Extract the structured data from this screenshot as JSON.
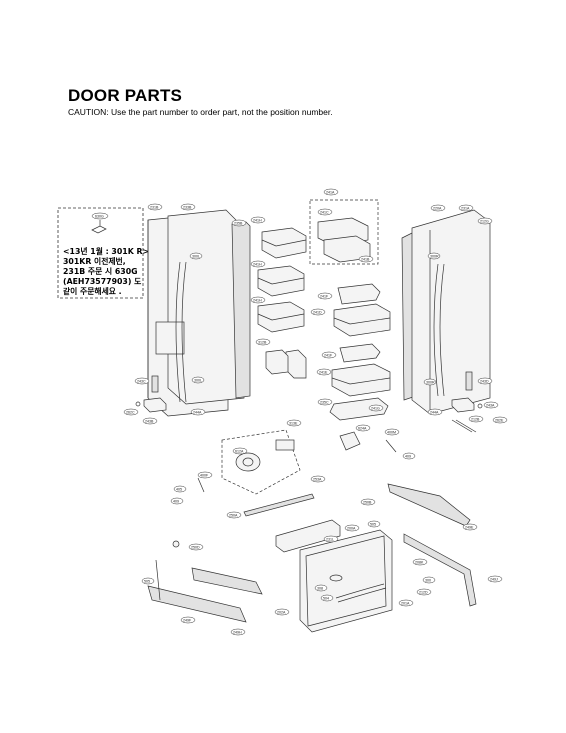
{
  "header": {
    "title": "DOOR PARTS",
    "caution": "CAUTION: Use the part number to order part, not the position number."
  },
  "note_box": {
    "part_label": "630G",
    "lines": [
      "<13년 1월 : 301K R>",
      "301KR 이전제번,",
      "231B 주문 시 630G",
      "(AEH73577903) 도",
      "같이 주문해세요 ."
    ]
  },
  "callouts": {
    "c231B": "231B",
    "c233B": "233B",
    "c235B": "235B",
    "c241H": "241H",
    "c241A": "241A",
    "c241C": "241C",
    "c241B": "241B",
    "c220A": "220A",
    "c231A": "231A",
    "c212G": "212G",
    "c300L": "300L",
    "c300R": "300R",
    "c241F": "241F",
    "c241D": "241D",
    "c312B": "312B",
    "c241E": "241E",
    "c235C": "235C",
    "c241G": "241G",
    "c244A": "244A",
    "c244A2": "244A",
    "c243C": "243C",
    "c262C": "262C",
    "c243B": "243B",
    "c243D": "243D",
    "c243A": "243A",
    "c262E": "262E",
    "c212B": "212B",
    "c313E": "313E",
    "c612A": "612A",
    "c624A": "624A",
    "c400M": "400M",
    "c409": "409",
    "c400F": "400F",
    "c405": "405",
    "c253A": "253A",
    "c250A": "250A",
    "c250B": "250B",
    "c505": "505",
    "c249E": "249E",
    "c250D": "250D",
    "c200A": "200A",
    "c231L": "231L",
    "c505b": "505",
    "c249F": "249F",
    "c249H": "249H",
    "c208K": "208K",
    "c300b": "300",
    "c249J": "249J",
    "c212D": "212D",
    "c308": "308",
    "c201A": "201A",
    "c202A": "202A",
    "c504": "504"
  }
}
